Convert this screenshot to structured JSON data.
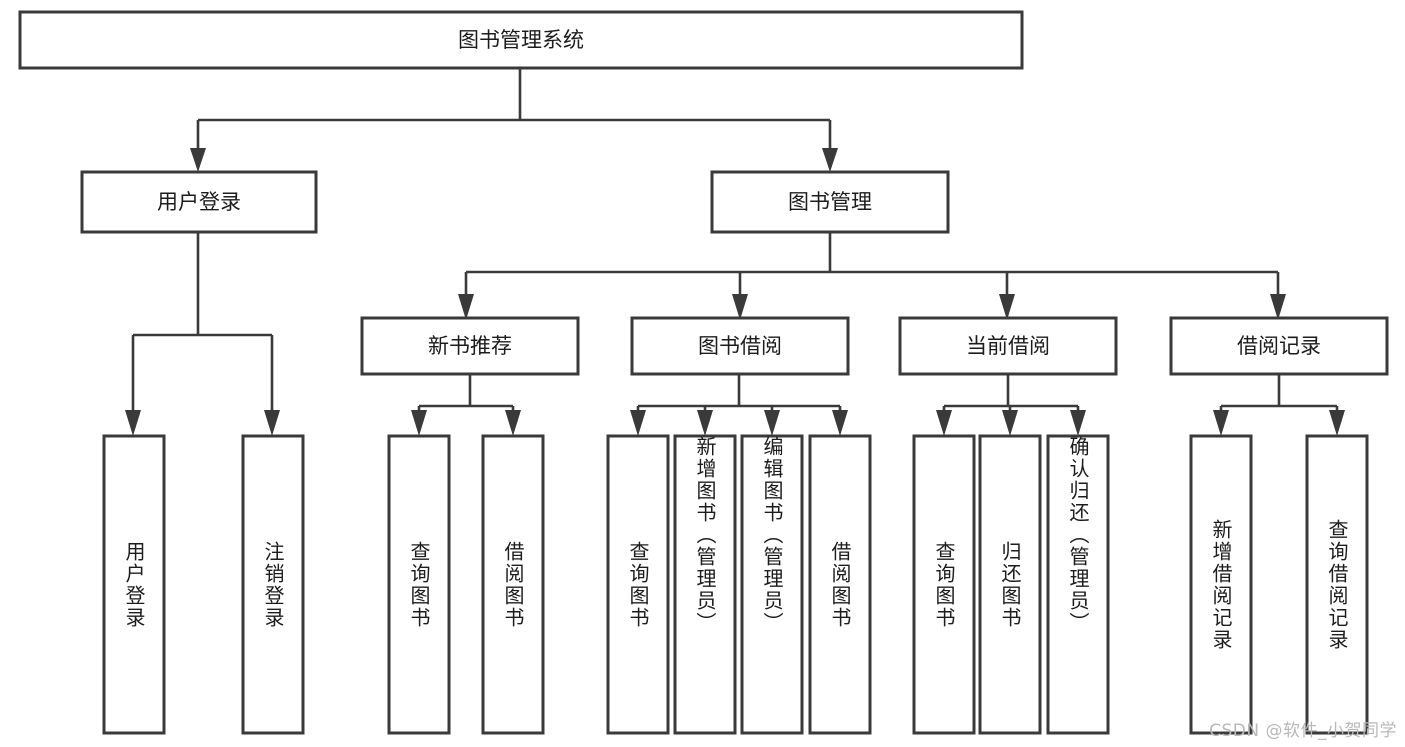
{
  "diagram": {
    "title": "图书管理系统",
    "type": "tree-hierarchy",
    "orientation": "top-down",
    "watermark": "CSDN @软件_小贺同学",
    "colors": {
      "box_stroke": "#3a3a3a",
      "box_fill": "#ffffff",
      "connector": "#3a3a3a",
      "text": "#1c1c1c",
      "watermark": "#b9b9b9",
      "background": "#ffffff"
    },
    "root": {
      "label": "图书管理系统"
    },
    "level2": [
      {
        "label": "用户登录"
      },
      {
        "label": "图书管理"
      }
    ],
    "level3": [
      {
        "label": "新书推荐"
      },
      {
        "label": "图书借阅"
      },
      {
        "label": "当前借阅"
      },
      {
        "label": "借阅记录"
      }
    ],
    "leaves": {
      "user_login": [
        {
          "label": "用户登录"
        },
        {
          "label": "注销登录"
        }
      ],
      "new_book_recommend": [
        {
          "label": "查询图书"
        },
        {
          "label": "借阅图书"
        }
      ],
      "book_borrow": [
        {
          "label": "查询图书"
        },
        {
          "label": "新增图书（管理员）"
        },
        {
          "label": "编辑图书（管理员）"
        },
        {
          "label": "借阅图书"
        }
      ],
      "current_borrow": [
        {
          "label": "查询图书"
        },
        {
          "label": "归还图书"
        },
        {
          "label": "确认归还（管理员）"
        }
      ],
      "borrow_record": [
        {
          "label": "新增借阅记录"
        },
        {
          "label": "查询借阅记录"
        }
      ]
    }
  }
}
